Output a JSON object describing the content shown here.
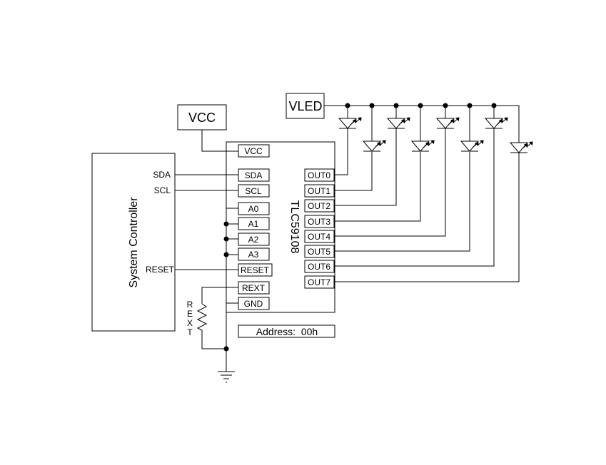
{
  "vcc_box": "VCC",
  "vled_box": "VLED",
  "controller": {
    "title": "System Controller",
    "sda": "SDA",
    "scl": "SCL",
    "reset": "RESET"
  },
  "chip": {
    "name": "TLC59108",
    "pins_left": [
      "VCC",
      "SDA",
      "SCL",
      "A0",
      "A1",
      "A2",
      "A3",
      "RESET",
      "REXT",
      "GND"
    ],
    "pins_right": [
      "OUT0",
      "OUT1",
      "OUT2",
      "OUT3",
      "OUT4",
      "OUT5",
      "OUT6",
      "OUT7"
    ]
  },
  "rext_label": [
    "R",
    "E",
    "X",
    "T"
  ],
  "address": "Address:  00h"
}
